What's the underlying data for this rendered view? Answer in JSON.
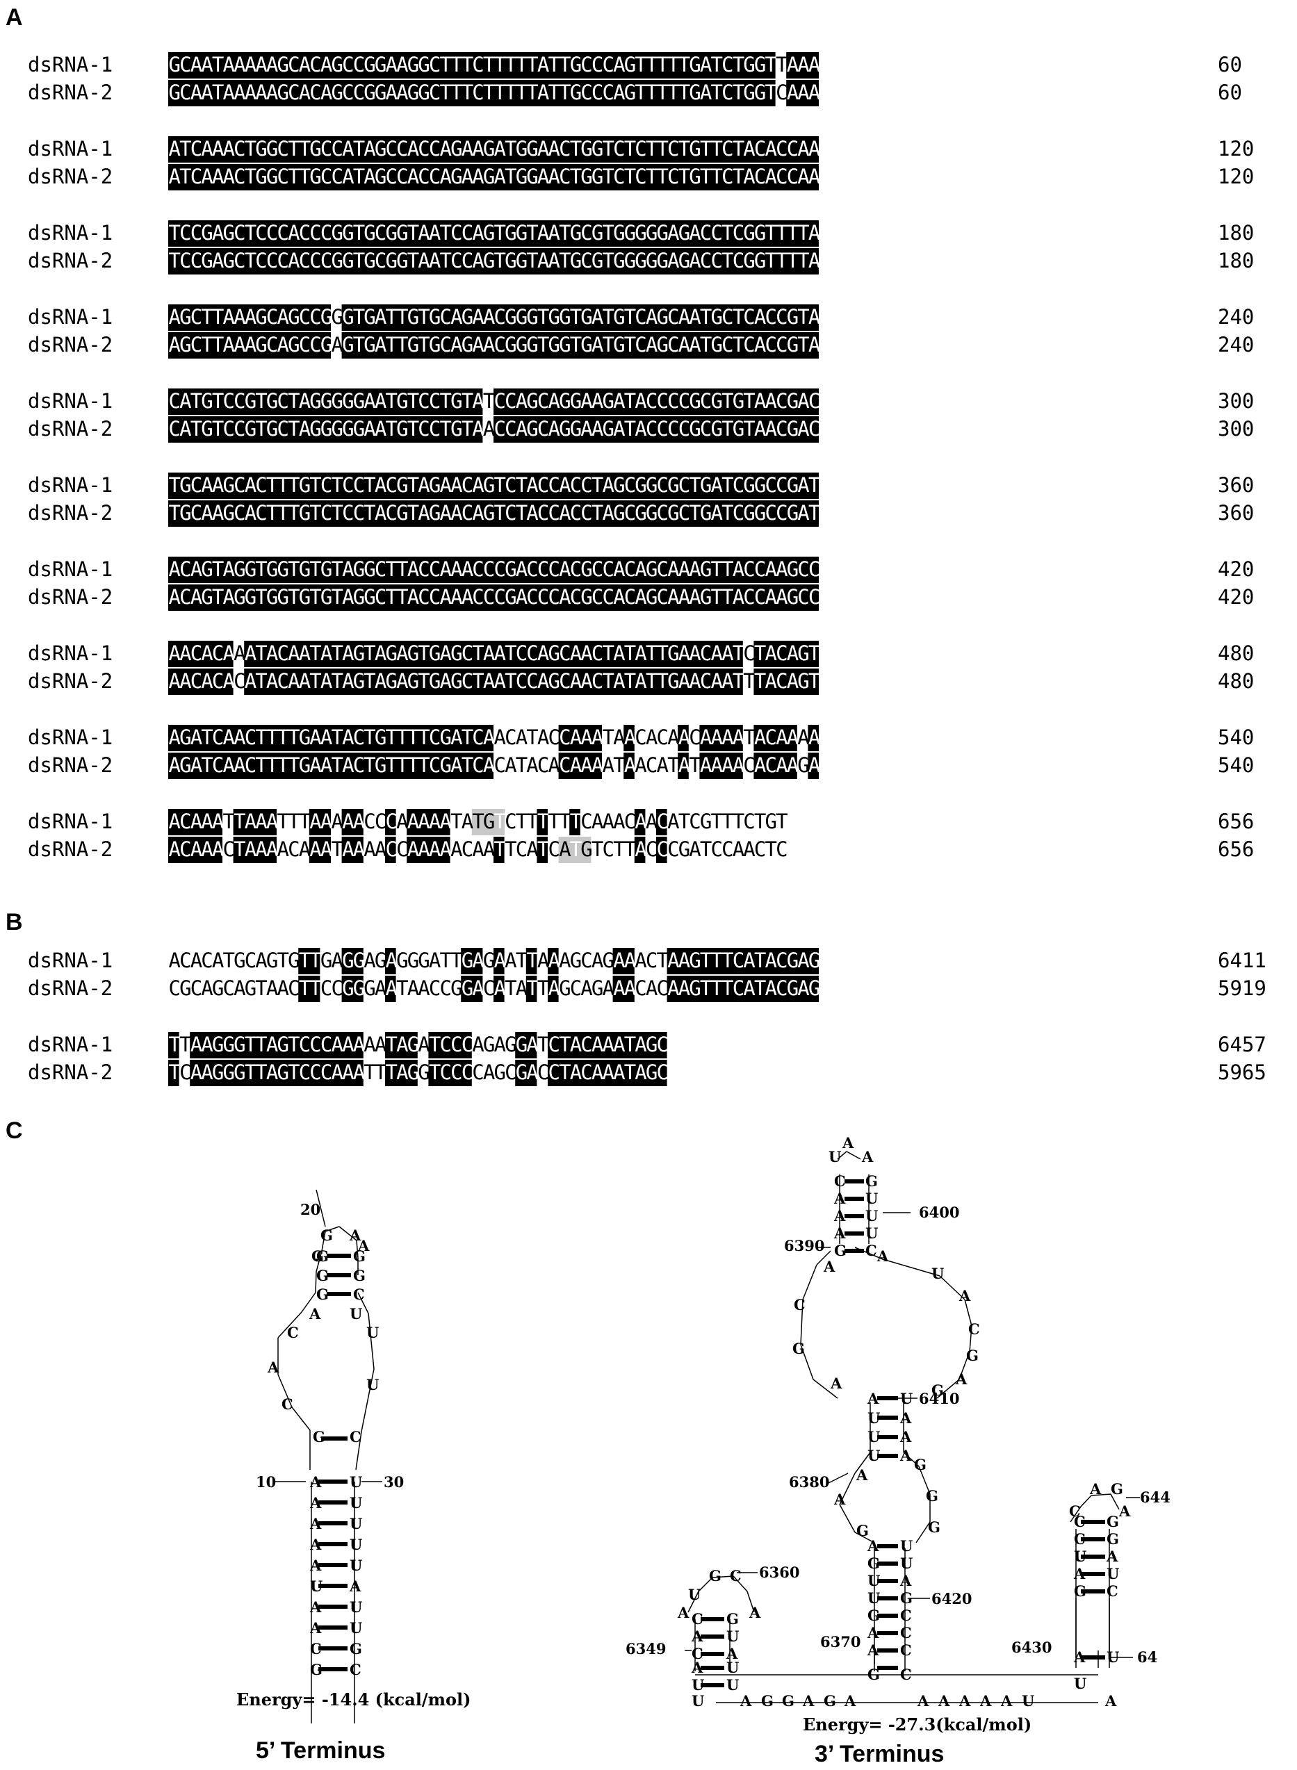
{
  "panels": {
    "a": "A",
    "b": "B",
    "c": "C"
  },
  "panel_a": {
    "names": [
      "dsRNA-1",
      "dsRNA-2"
    ],
    "blocks": [
      {
        "seq1": "GCAATAAAAAGCACAGCCGGAAGGCTTTCTTTTTATTGCCCAGTTTTTGATCTGGTTAAA",
        "seq2": "GCAATAAAAAGCACAGCCGGAAGGCTTTCTTTTTATTGCCCAGTTTTTGATCTGGTCAAA",
        "num1": "60",
        "num2": "60"
      },
      {
        "seq1": "ATCAAACTGGCTTGCCATAGCCACCAGAAGATGGAACTGGTCTCTTCTGTTCTACACCAA",
        "seq2": "ATCAAACTGGCTTGCCATAGCCACCAGAAGATGGAACTGGTCTCTTCTGTTCTACACCAA",
        "num1": "120",
        "num2": "120"
      },
      {
        "seq1": "TCCGAGCTCCCACCCGGTGCGGTAATCCAGTGGTAATGCGTGGGGGAGACCTCGGTTTTA",
        "seq2": "TCCGAGCTCCCACCCGGTGCGGTAATCCAGTGGTAATGCGTGGGGGAGACCTCGGTTTTA",
        "num1": "180",
        "num2": "180"
      },
      {
        "seq1": "AGCTTAAAGCAGCCGGGTGATTGTGCAGAACGGGTGGTGATGTCAGCAATGCTCACCGTA",
        "seq2": "AGCTTAAAGCAGCCGAGTGATTGTGCAGAACGGGTGGTGATGTCAGCAATGCTCACCGTA",
        "num1": "240",
        "num2": "240"
      },
      {
        "seq1": "CATGTCCGTGCTAGGGGGAATGTCCTGTATCCAGCAGGAAGATACCCCGCGTGTAACGAC",
        "seq2": "CATGTCCGTGCTAGGGGGAATGTCCTGTAACCAGCAGGAAGATACCCCGCGTGTAACGAC",
        "num1": "300",
        "num2": "300"
      },
      {
        "seq1": "TGCAAGCACTTTGTCTCCTACGTAGAACAGTCTACCACCTAGCGGCGCTGATCGGCCGAT",
        "seq2": "TGCAAGCACTTTGTCTCCTACGTAGAACAGTCTACCACCTAGCGGCGCTGATCGGCCGAT",
        "num1": "360",
        "num2": "360"
      },
      {
        "seq1": "ACAGTAGGTGGTGTGTAGGCTTACCAAACCCGACCCACGCCACAGCAAAGTTACCAAGCC",
        "seq2": "ACAGTAGGTGGTGTGTAGGCTTACCAAACCCGACCCACGCCACAGCAAAGTTACCAAGCC",
        "num1": "420",
        "num2": "420"
      },
      {
        "seq1": "AACACAAATACAATATAGTAGAGTGAGCTAATCCAGCAACTATATTGAACAATCTACAGT",
        "seq2": "AACACACATACAATATAGTAGAGTGAGCTAATCCAGCAACTATATTGAACAATTTACAGT",
        "num1": "480",
        "num2": "480"
      },
      {
        "seq1": "AGATCAACTTTTGAATACTGTTTTCGATCAACATACCAAATAACACAACAAAATACAAAA",
        "seq2": "AGATCAACTTTTGAATACTGTTTTCGATCACATACACAAAATAACATATAAAACACAAGA",
        "num1": "540",
        "num2": "540"
      },
      {
        "seq1": "ACAAATTAAATTTAAAAACCCAAAAATATGTCTTTTTTCAAACAACATCGTTTCTGT",
        "seq2": "ACAAACTAAAACAAATAAAACCAAAAACAATTCATCATGTCTTACCCGATCCAACTC",
        "num1": "656",
        "num2": "656"
      }
    ]
  },
  "panel_b": {
    "names": [
      "dsRNA-1",
      "dsRNA-2"
    ],
    "blocks": [
      {
        "seq1": "ACACATGCAGTGTTGAGGAGAGGGATTGAGAATTAAAGCAGAAACTAAGTTTCATACGAG",
        "seq2": "CGCAGCAGTAACTTCCGGGAATAACCGGACATATTAGCAGAAACACAAGTTTCATACGAG",
        "num1": "6411",
        "num2": "5919"
      },
      {
        "seq1": "TTAAGGGTTAGTCCCAAAAATAGATCCCAGAGGATCTACAAATAGC",
        "seq2": "TCAAGGGTTAGTCCCAAATTTAGGTCCCCAGCGACCTACAAATAGC",
        "num1": "6457",
        "num2": "5965"
      }
    ]
  },
  "panel_c": {
    "left": {
      "numbers": [
        "20",
        "10",
        "30"
      ],
      "energy": "Energy= -14.4 (kcal/mol)",
      "title": "5’ Terminus"
    },
    "right": {
      "numbers": [
        "6400",
        "6390",
        "6410",
        "6380",
        "6360",
        "6420",
        "6349",
        "6370",
        "6430",
        "644",
        "64"
      ],
      "energy": "Energy= -27.3(kcal/mol)",
      "title": "3’ Terminus"
    }
  }
}
